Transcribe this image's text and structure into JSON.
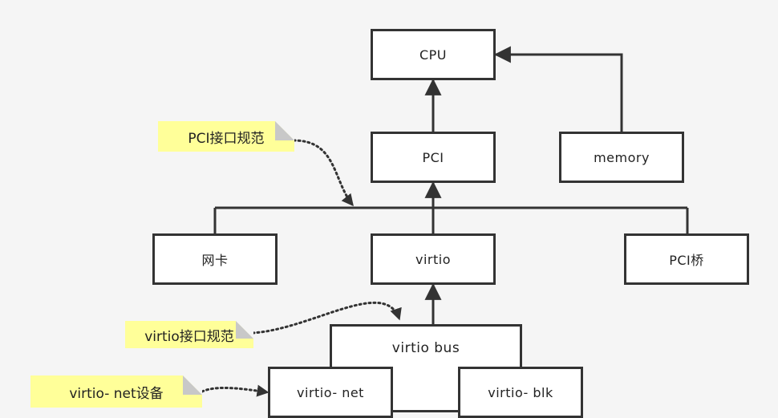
{
  "nodes": {
    "cpu": "CPU",
    "pci": "PCI",
    "memory": "memory",
    "nic": "网卡",
    "virtio": "virtio",
    "pci_bridge": "PCI桥",
    "virtio_bus": "virtio bus",
    "virtio_net": "virtio- net",
    "virtio_blk": "virtio- blk"
  },
  "notes": {
    "pci_interface": "PCI接口规范",
    "virtio_interface": "virtio接口规范",
    "virtio_net_device": "virtio- net设备"
  },
  "colors": {
    "background": "#f5f5f5",
    "box_fill": "#ffffff",
    "line": "#333333",
    "note_fill": "#ffff99",
    "note_fold": "#c8c8c8"
  }
}
